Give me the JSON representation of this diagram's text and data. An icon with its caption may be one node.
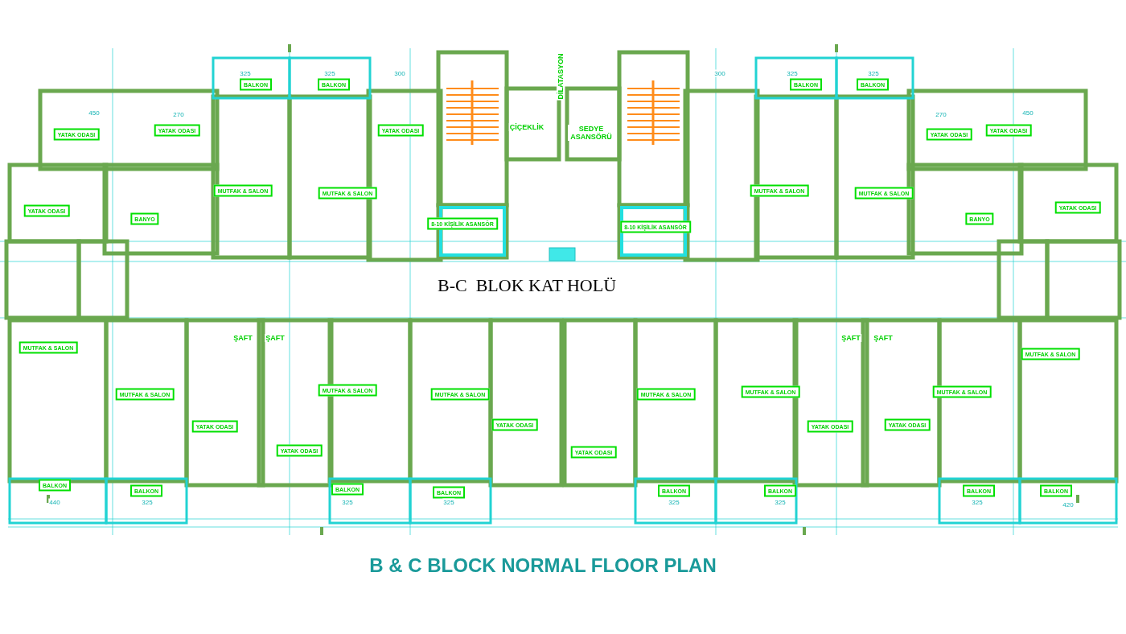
{
  "diagram": {
    "title": "B & C BLOCK NORMAL FLOOR PLAN",
    "nodes": [
      {
        "text": [
          "BALKON"
        ]
      },
      {
        "text": [
          "BALKON"
        ]
      },
      {
        "text": [
          "YATAK ODASI"
        ]
      },
      {
        "text": [
          "YATAK ODASI"
        ]
      },
      {
        "text": [
          "YATAK ODASI"
        ]
      },
      {
        "text": [
          "MUTFAK & SALON"
        ]
      },
      {
        "text": [
          "MUTFAK & SALON"
        ]
      },
      {
        "text": [
          "YATAK ODASI"
        ]
      },
      {
        "text": [
          "BANYO"
        ]
      },
      {
        "text": [
          "8-10 KİŞİLİK ASANSÖR"
        ]
      },
      {
        "text": [
          "8-10 KİŞİLİK ASANSÖR"
        ]
      },
      {
        "text": [
          "BALKON"
        ]
      },
      {
        "text": [
          "BALKON"
        ]
      },
      {
        "text": [
          "YATAK ODASI"
        ]
      },
      {
        "text": [
          "YATAK ODASI"
        ]
      },
      {
        "text": [
          "YATAK ODASI"
        ]
      },
      {
        "text": [
          "MUTFAK & SALON"
        ]
      },
      {
        "text": [
          "MUTFAK & SALON"
        ]
      },
      {
        "text": [
          "BANYO"
        ]
      },
      {
        "text": [
          "MUTFAK & SALON"
        ]
      },
      {
        "text": [
          "MUTFAK & SALON"
        ]
      },
      {
        "text": [
          "YATAK ODASI"
        ]
      },
      {
        "text": [
          "YATAK ODASI"
        ]
      },
      {
        "text": [
          "MUTFAK & SALON"
        ]
      },
      {
        "text": [
          "MUTFAK & SALON"
        ]
      },
      {
        "text": [
          "YATAK ODASI"
        ]
      },
      {
        "text": [
          "YATAK ODASI"
        ]
      },
      {
        "text": [
          "MUTFAK & SALON"
        ]
      },
      {
        "text": [
          "MUTFAK & SALON"
        ]
      },
      {
        "text": [
          "YATAK ODASI"
        ]
      },
      {
        "text": [
          "YATAK ODASI"
        ]
      },
      {
        "text": [
          "MUTFAK & SALON"
        ]
      },
      {
        "text": [
          "MUTFAK & SALON"
        ]
      },
      {
        "text": [
          "BALKON"
        ]
      },
      {
        "text": [
          "BALKON"
        ]
      },
      {
        "text": [
          "BALKON"
        ]
      },
      {
        "text": [
          "BALKON"
        ]
      },
      {
        "text": [
          "BALKON"
        ]
      },
      {
        "text": [
          "BALKON"
        ]
      },
      {
        "text": [
          "BALKON"
        ]
      },
      {
        "text": [
          "BALKON"
        ]
      }
    ],
    "labels": [
      "DİLATASYON",
      "ÇİÇEKLİK",
      "SEDYE ASANSÖRÜ",
      "B-C  BLOK KAT HOLÜ",
      "450",
      "270",
      "325",
      "325",
      "300",
      "300",
      "325",
      "325",
      "270",
      "450",
      "ŞAFT",
      "ŞAFT",
      "ŞAFT",
      "ŞAFT",
      "440",
      "325",
      "325",
      "325",
      "325",
      "325",
      "325",
      "420"
    ]
  }
}
